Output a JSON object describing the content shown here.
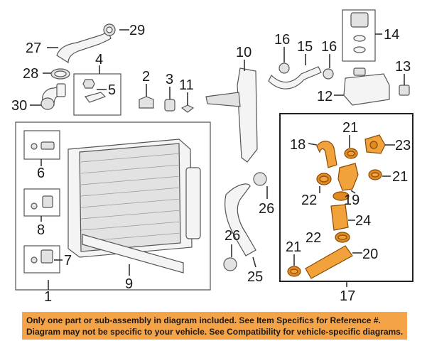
{
  "callouts": {
    "c1": "1",
    "c2": "2",
    "c3": "3",
    "c4": "4",
    "c5": "5",
    "c6": "6",
    "c7": "7",
    "c8": "8",
    "c9": "9",
    "c10": "10",
    "c11": "11",
    "c12": "12",
    "c13": "13",
    "c14": "14",
    "c15": "15",
    "c16": "16",
    "c17": "17",
    "c18": "18",
    "c19": "19",
    "c20": "20",
    "c21": "21",
    "c22": "22",
    "c23": "23",
    "c24": "24",
    "c25": "25",
    "c26": "26",
    "c27": "27",
    "c28": "28",
    "c29": "29",
    "c30": "30"
  },
  "notice": {
    "line1": "Only one part or sub-assembly in diagram included. See Item Specifics for Reference #.",
    "line2": "Diagram may not be specific to your vehicle. See Compatibility for vehicle-specific diagrams."
  },
  "colors": {
    "highlight": "#f2a23a",
    "banner": "#f5a347"
  }
}
